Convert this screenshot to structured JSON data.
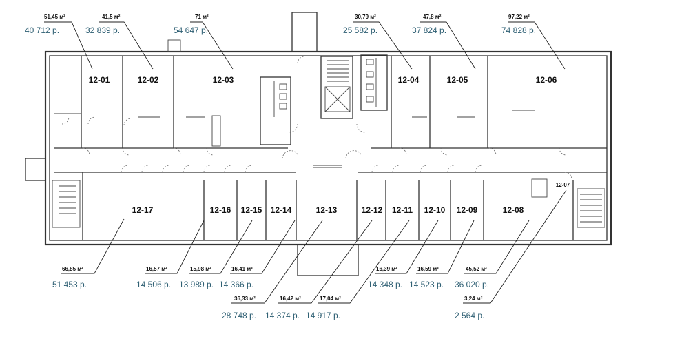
{
  "rooms": [
    {
      "id": "12-01",
      "area": "51,45 м²",
      "price": "40 712 р."
    },
    {
      "id": "12-02",
      "area": "41,5 м²",
      "price": "32 839 р."
    },
    {
      "id": "12-03",
      "area": "71 м²",
      "price": "54 647 р."
    },
    {
      "id": "12-04",
      "area": "30,79 м²",
      "price": "25 582 р."
    },
    {
      "id": "12-05",
      "area": "47,8 м²",
      "price": "37 824 р."
    },
    {
      "id": "12-06",
      "area": "97,22 м²",
      "price": "74 828 р."
    },
    {
      "id": "12-17",
      "area": "66,85 м²",
      "price": "51 453 р."
    },
    {
      "id": "12-16",
      "area": "16,57 м²",
      "price": "14 506 р."
    },
    {
      "id": "12-15",
      "area": "15,98 м²",
      "price": "13 989 р."
    },
    {
      "id": "12-14",
      "area": "16,41 м²",
      "price": "14 366 р."
    },
    {
      "id": "12-13",
      "area": "36,33 м²",
      "price": "28 748 р."
    },
    {
      "id": "12-12",
      "area": "16,42 м²",
      "price": "14 374 р."
    },
    {
      "id": "12-11",
      "area": "17,04 м²",
      "price": "14 917 р."
    },
    {
      "id": "12-10",
      "area": "16,39 м²",
      "price": "14 348 р."
    },
    {
      "id": "12-09",
      "area": "16,59 м²",
      "price": "14 523 р."
    },
    {
      "id": "12-08",
      "area": "45,52 м²",
      "price": "36 020 р."
    },
    {
      "id": "12-07",
      "area": "3,24 м²",
      "price": "2 564 р."
    }
  ],
  "colors": {
    "price": "#2e5f73",
    "wall": "#333333"
  }
}
